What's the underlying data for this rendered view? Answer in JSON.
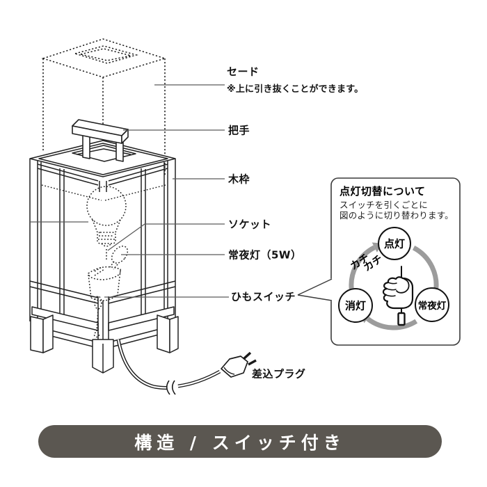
{
  "diagram": {
    "labels": {
      "shade": "セード",
      "shade_note": "※上に引き抜くことができます。",
      "handle": "把手",
      "wood_frame": "木枠",
      "socket": "ソケット",
      "night_light": "常夜灯（5W）",
      "pull_switch": "ひもスイッチ",
      "plug": "差込プラグ"
    }
  },
  "info_box": {
    "title": "点灯切替について",
    "description_line1": "スイッチを引くごとに",
    "description_line2": "図のように切り替わります。",
    "states": {
      "on": "点灯",
      "night": "常夜灯",
      "off": "消灯"
    },
    "click_sound_1": "カチ",
    "click_sound_2": "カチ"
  },
  "footer": {
    "caption": "構造 / スイッチ付き"
  },
  "colors": {
    "line": "#1a1a1a",
    "leader": "#5a5a5a",
    "arrow_gray": "#9c9c9c",
    "pill_bg": "#5b5751",
    "pill_text": "#ffffff"
  }
}
